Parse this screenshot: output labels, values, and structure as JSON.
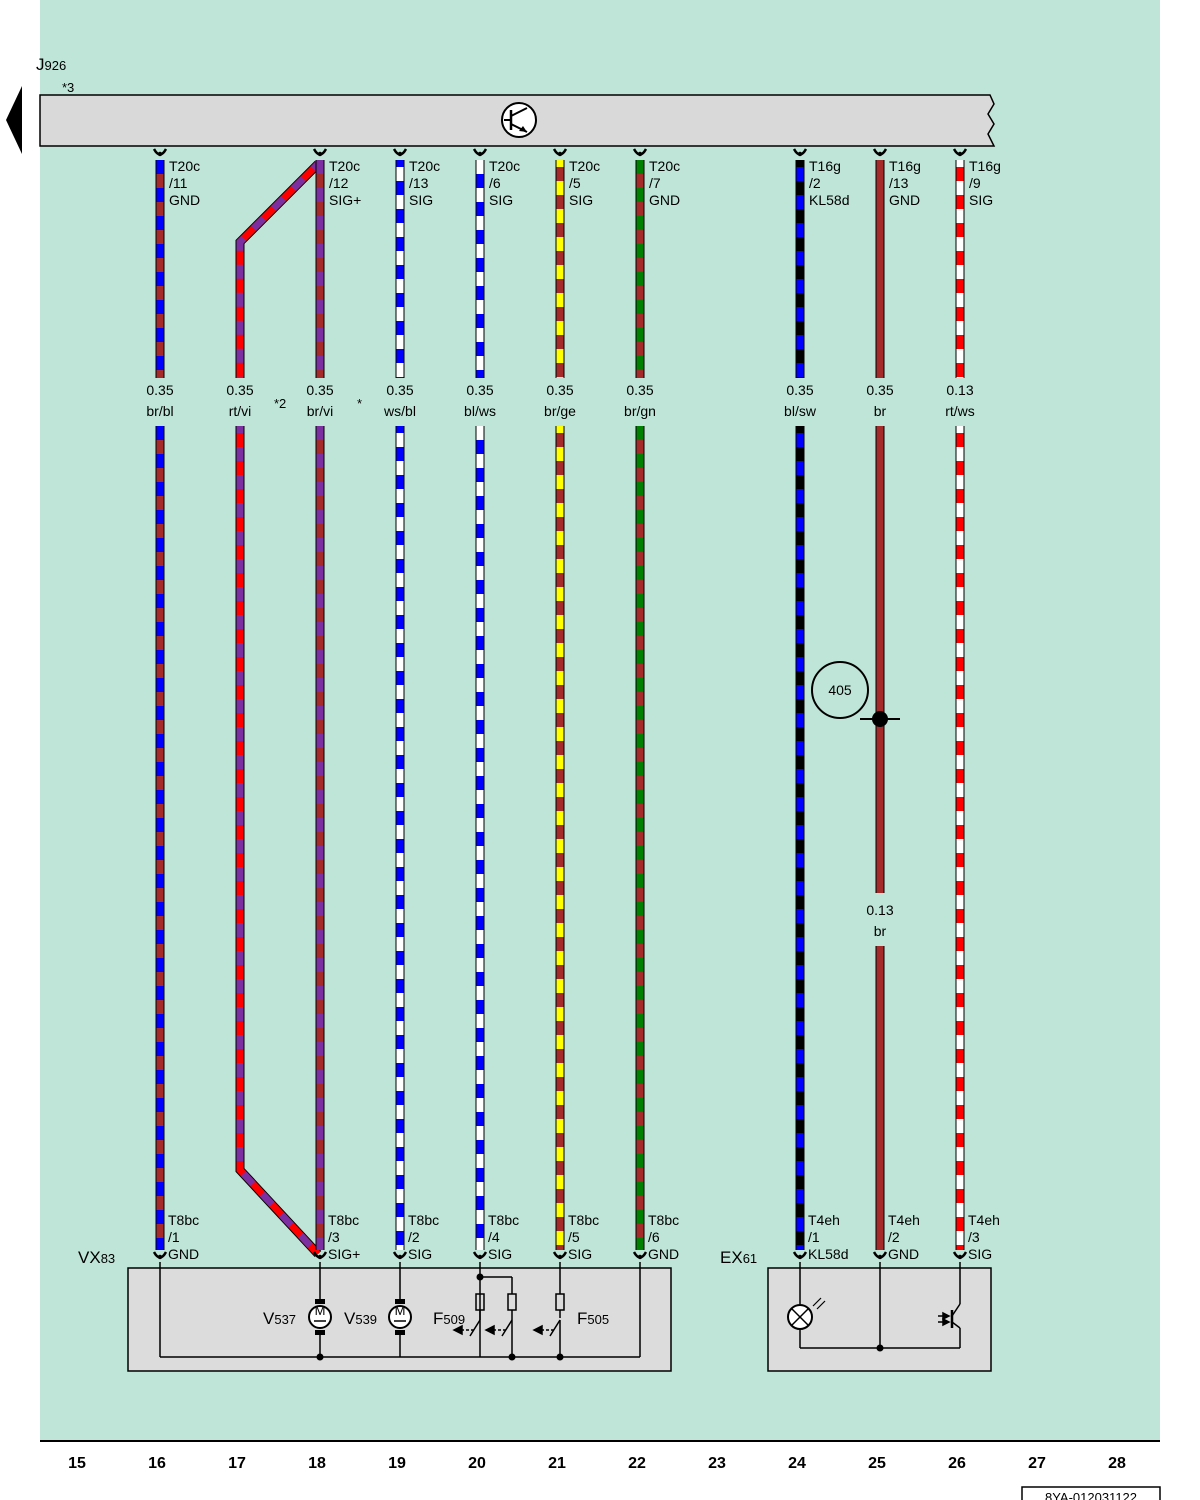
{
  "control_unit": {
    "name": "J",
    "sub": "926",
    "note": "*3"
  },
  "wire_notes": {
    "note_2": "*2",
    "note_star": "*"
  },
  "wires": [
    {
      "top_pin": [
        "T20c",
        "/11",
        "GND"
      ],
      "gauge": "0.35",
      "color_code": "br/bl",
      "colors": [
        "#a52a2a",
        "#0000ff"
      ],
      "bottom_pin": [
        "T8bc",
        "/1",
        "GND"
      ]
    },
    {
      "gauge": "0.35",
      "color_code": "rt/vi",
      "colors": [
        "#ff0000",
        "#7b2fa0"
      ]
    },
    {
      "top_pin": [
        "T20c",
        "/12",
        "SIG+"
      ],
      "gauge": "0.35",
      "color_code": "br/vi",
      "colors": [
        "#a52a2a",
        "#7b2fa0"
      ],
      "bottom_pin": [
        "T8bc",
        "/3",
        "SIG+"
      ]
    },
    {
      "top_pin": [
        "T20c",
        "/13",
        "SIG"
      ],
      "gauge": "0.35",
      "color_code": "ws/bl",
      "colors": [
        "#ffffff",
        "#0000ff"
      ],
      "bottom_pin": [
        "T8bc",
        "/2",
        "SIG"
      ]
    },
    {
      "top_pin": [
        "T20c",
        "/6",
        "SIG"
      ],
      "gauge": "0.35",
      "color_code": "bl/ws",
      "colors": [
        "#0000ff",
        "#ffffff"
      ],
      "bottom_pin": [
        "T8bc",
        "/4",
        "SIG"
      ]
    },
    {
      "top_pin": [
        "T20c",
        "/5",
        "SIG"
      ],
      "gauge": "0.35",
      "color_code": "br/ge",
      "colors": [
        "#a52a2a",
        "#ffff00"
      ],
      "bottom_pin": [
        "T8bc",
        "/5",
        "SIG"
      ]
    },
    {
      "top_pin": [
        "T20c",
        "/7",
        "GND"
      ],
      "gauge": "0.35",
      "color_code": "br/gn",
      "colors": [
        "#a52a2a",
        "#008000"
      ],
      "bottom_pin": [
        "T8bc",
        "/6",
        "GND"
      ]
    },
    {
      "top_pin": [
        "T16g",
        "/2",
        "KL58d"
      ],
      "gauge": "0.35",
      "color_code": "bl/sw",
      "colors": [
        "#0000ff",
        "#000000"
      ],
      "bottom_pin": [
        "T4eh",
        "/1",
        "KL58d"
      ]
    },
    {
      "top_pin": [
        "T16g",
        "/13",
        "GND"
      ],
      "gauge": "0.35",
      "color_code": "br",
      "colors": [
        "#a52a2a"
      ],
      "gauge2": "0.13",
      "color_code2": "br",
      "bottom_pin": [
        "T4eh",
        "/2",
        "GND"
      ]
    },
    {
      "top_pin": [
        "T16g",
        "/9",
        "SIG"
      ],
      "gauge": "0.13",
      "color_code": "rt/ws",
      "colors": [
        "#ff0000",
        "#ffffff"
      ],
      "bottom_pin": [
        "T4eh",
        "/3",
        "SIG"
      ]
    }
  ],
  "splice": {
    "label": "405"
  },
  "components": {
    "vx": {
      "name": "VX",
      "sub": "83"
    },
    "ex": {
      "name": "EX",
      "sub": "61"
    },
    "v537": {
      "name": "V",
      "sub": "537",
      "symbol": "M"
    },
    "v539": {
      "name": "V",
      "sub": "539",
      "symbol": "M"
    },
    "f509": {
      "name": "F",
      "sub": "509"
    },
    "f505": {
      "name": "F",
      "sub": "505"
    }
  },
  "columns": [
    "15",
    "16",
    "17",
    "18",
    "19",
    "20",
    "21",
    "22",
    "23",
    "24",
    "25",
    "26",
    "27",
    "28"
  ],
  "footer_code": "8YA-012031122",
  "colors": {
    "background": "#bfe5d9",
    "bar": "#d9d9d9",
    "box": "#dcdcdc"
  }
}
